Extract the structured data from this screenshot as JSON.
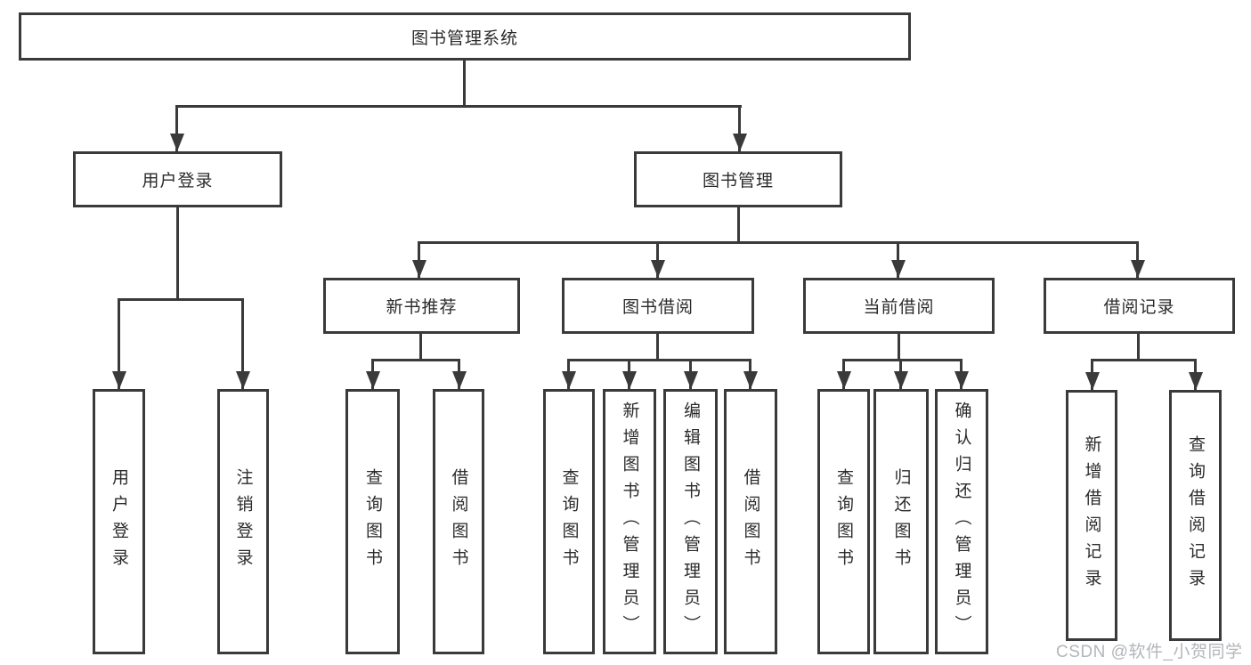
{
  "watermark": "CSDN @软件_小贺同学",
  "colors": {
    "line": "#3a3a3a",
    "box_border": "#3a3a3a",
    "text": "#2b2b2b",
    "watermark_text": "#b3b6ba",
    "background": "#ffffff"
  },
  "tree": {
    "label": "图书管理系统",
    "children": [
      {
        "label": "用户登录",
        "children": [
          {
            "label": "用户登录"
          },
          {
            "label": "注销登录"
          }
        ]
      },
      {
        "label": "图书管理",
        "children": [
          {
            "label": "新书推荐",
            "children": [
              {
                "label": "查询图书"
              },
              {
                "label": "借阅图书"
              }
            ]
          },
          {
            "label": "图书借阅",
            "children": [
              {
                "label": "查询图书"
              },
              {
                "label": "新增图书（管理员）"
              },
              {
                "label": "编辑图书（管理员）"
              },
              {
                "label": "借阅图书"
              }
            ]
          },
          {
            "label": "当前借阅",
            "children": [
              {
                "label": "查询图书"
              },
              {
                "label": "归还图书"
              },
              {
                "label": "确认归还（管理员）"
              }
            ]
          },
          {
            "label": "借阅记录",
            "children": [
              {
                "label": "新增借阅记录"
              },
              {
                "label": "查询借阅记录"
              }
            ]
          }
        ]
      }
    ]
  }
}
